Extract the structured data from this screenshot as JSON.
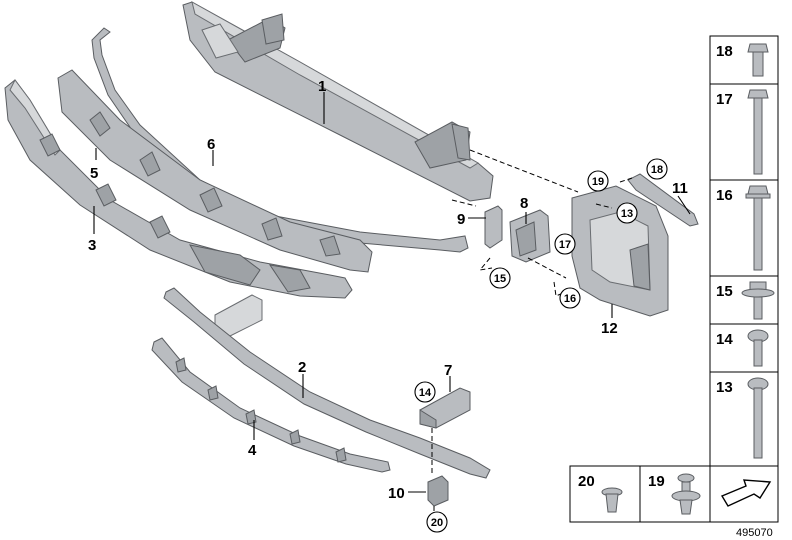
{
  "diagram_number": "495070",
  "callouts": {
    "c1": "1",
    "c2": "2",
    "c3": "3",
    "c4": "4",
    "c5": "5",
    "c6": "6",
    "c7": "7",
    "c8": "8",
    "c9": "9",
    "c10": "10",
    "c11": "11",
    "c12": "12"
  },
  "circled": {
    "k13": "13",
    "k14": "14",
    "k15": "15",
    "k16": "16",
    "k17": "17",
    "k18": "18",
    "k19": "19",
    "k20": "20"
  },
  "panel": {
    "p18": "18",
    "p17": "17",
    "p16": "16",
    "p15": "15",
    "p14": "14",
    "p13": "13",
    "p20": "20",
    "p19": "19"
  }
}
